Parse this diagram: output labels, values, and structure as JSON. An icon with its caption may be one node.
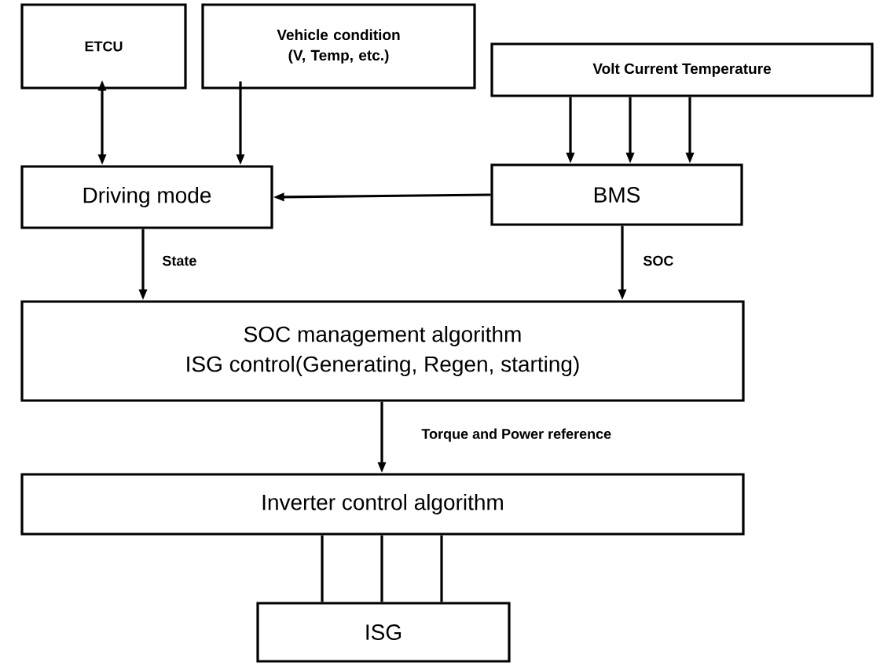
{
  "diagram": {
    "nodes": [
      {
        "text": [
          "ETCU"
        ]
      },
      {
        "text": [
          "Vehicle condition (V, Temp, etc.)"
        ]
      },
      {
        "text": [
          "Volt Current Temperature"
        ]
      },
      {
        "text": [
          "Driving mode"
        ]
      },
      {
        "text": [
          "BMS"
        ]
      },
      {
        "text": [
          "SOC management algorithm",
          "ISG control(Generating, Regen, starting)"
        ]
      },
      {
        "text": [
          "Inverter control algorithm"
        ]
      },
      {
        "text": [
          "ISG"
        ]
      }
    ],
    "edges": [
      {
        "from": 0,
        "to": 3,
        "arrow": "both"
      },
      {
        "from": 1,
        "to": 3,
        "arrow": "to"
      },
      {
        "from": 2,
        "to": 4,
        "arrow": "to"
      },
      {
        "from": 2,
        "to": 4,
        "arrow": "to"
      },
      {
        "from": 2,
        "to": 4,
        "arrow": "to"
      },
      {
        "from": 4,
        "to": 3,
        "arrow": "to"
      },
      {
        "from": 3,
        "to": 5,
        "arrow": "to",
        "label": "State"
      },
      {
        "from": 4,
        "to": 5,
        "arrow": "to",
        "label": "SOC"
      },
      {
        "from": 5,
        "to": 6,
        "arrow": "to",
        "label": "Torque and Power reference"
      },
      {
        "from": 6,
        "to": 7,
        "arrow": "none"
      },
      {
        "from": 6,
        "to": 7,
        "arrow": "none"
      },
      {
        "from": 6,
        "to": 7,
        "arrow": "none"
      }
    ]
  }
}
